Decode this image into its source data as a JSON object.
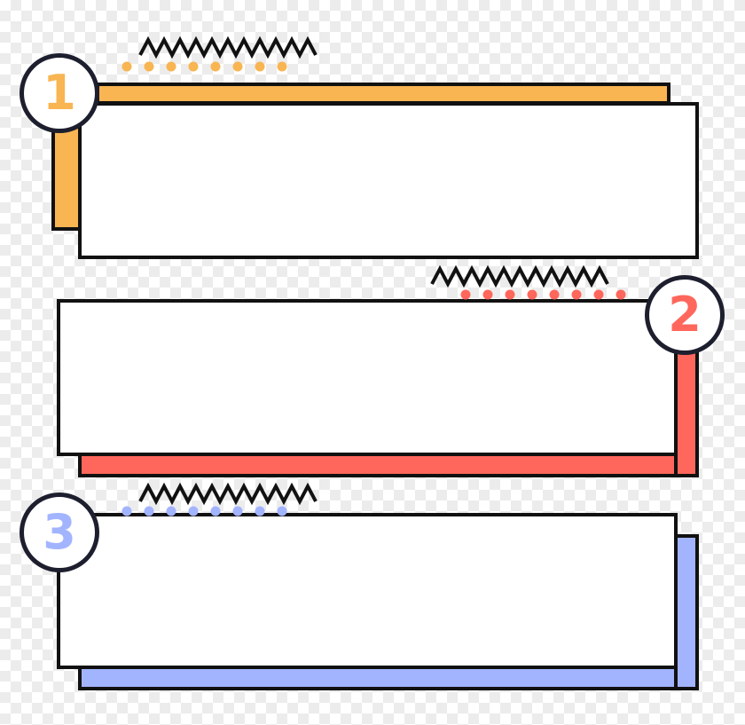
{
  "panels": [
    {
      "number": "1",
      "accent_color": "#f8b552"
    },
    {
      "number": "2",
      "accent_color": "#ff675c"
    },
    {
      "number": "3",
      "accent_color": "#a3b4ff"
    }
  ],
  "outline_color": "#111111",
  "icons": [
    "zigzag-icon",
    "dotted-line-icon"
  ]
}
